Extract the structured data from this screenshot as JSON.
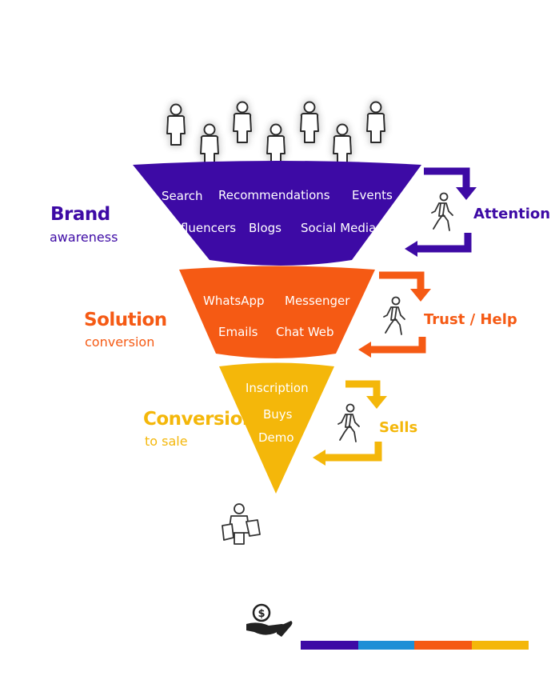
{
  "colors": {
    "brand": "#3d0aa5",
    "solution": "#f55a14",
    "conversion": "#f4b70a",
    "blue": "#1d8fd6"
  },
  "stage1": {
    "title": "Brand",
    "subtitle": "awareness",
    "channels": [
      "Search",
      "Recommendations",
      "Events",
      "Influencers",
      "Blogs",
      "Social Media"
    ],
    "action": "Attention",
    "icon": "walking-person-icon"
  },
  "stage2": {
    "title": "Solution",
    "subtitle": "conversion",
    "channels": [
      "WhatsApp",
      "Messenger",
      "Emails",
      "Chat Web"
    ],
    "action": "Trust / Help",
    "icon": "walking-person-icon"
  },
  "stage3": {
    "title": "Conversion",
    "subtitle": "to sale",
    "channels": [
      "Inscription",
      "Buys",
      "Demo"
    ],
    "action": "Sells",
    "icon": "walking-person-icon"
  },
  "icons": {
    "audience": "person-outline-icon",
    "customer": "shopper-with-bags-icon",
    "money": "hand-holding-dollar-icon"
  }
}
